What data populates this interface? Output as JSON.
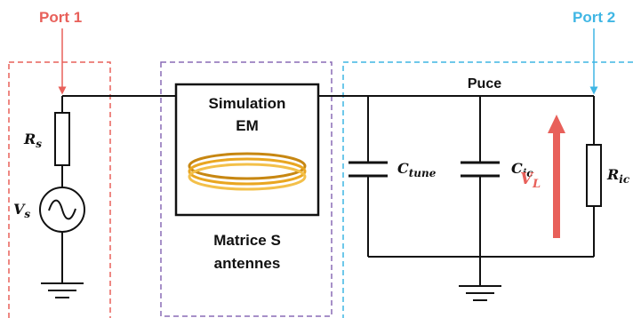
{
  "ports": {
    "port1": "Port 1",
    "port2": "Port 2"
  },
  "colors": {
    "port1": "#e8605a",
    "port2": "#3fb6e4",
    "middle_box": "#8a6bb5",
    "coil": "#e9a621",
    "vl_arrow": "#e8605a"
  },
  "source": {
    "resistor_main": "R",
    "resistor_sub": "s",
    "voltage_main": "V",
    "voltage_sub": "s"
  },
  "em_block": {
    "title_line1": "Simulation",
    "title_line2": "EM",
    "caption_line1": "Matrice S",
    "caption_line2": "antennes"
  },
  "chip": {
    "title": "Puce",
    "ctune_main": "C",
    "ctune_sub": "tune",
    "cic_main": "C",
    "cic_sub": "ic",
    "ric_main": "R",
    "ric_sub": "ic",
    "vl_main": "V",
    "vl_sub": "L"
  },
  "icons": [
    "ac-source-icon",
    "ground-icon",
    "capacitor-icon",
    "resistor-icon",
    "coil-icon"
  ]
}
